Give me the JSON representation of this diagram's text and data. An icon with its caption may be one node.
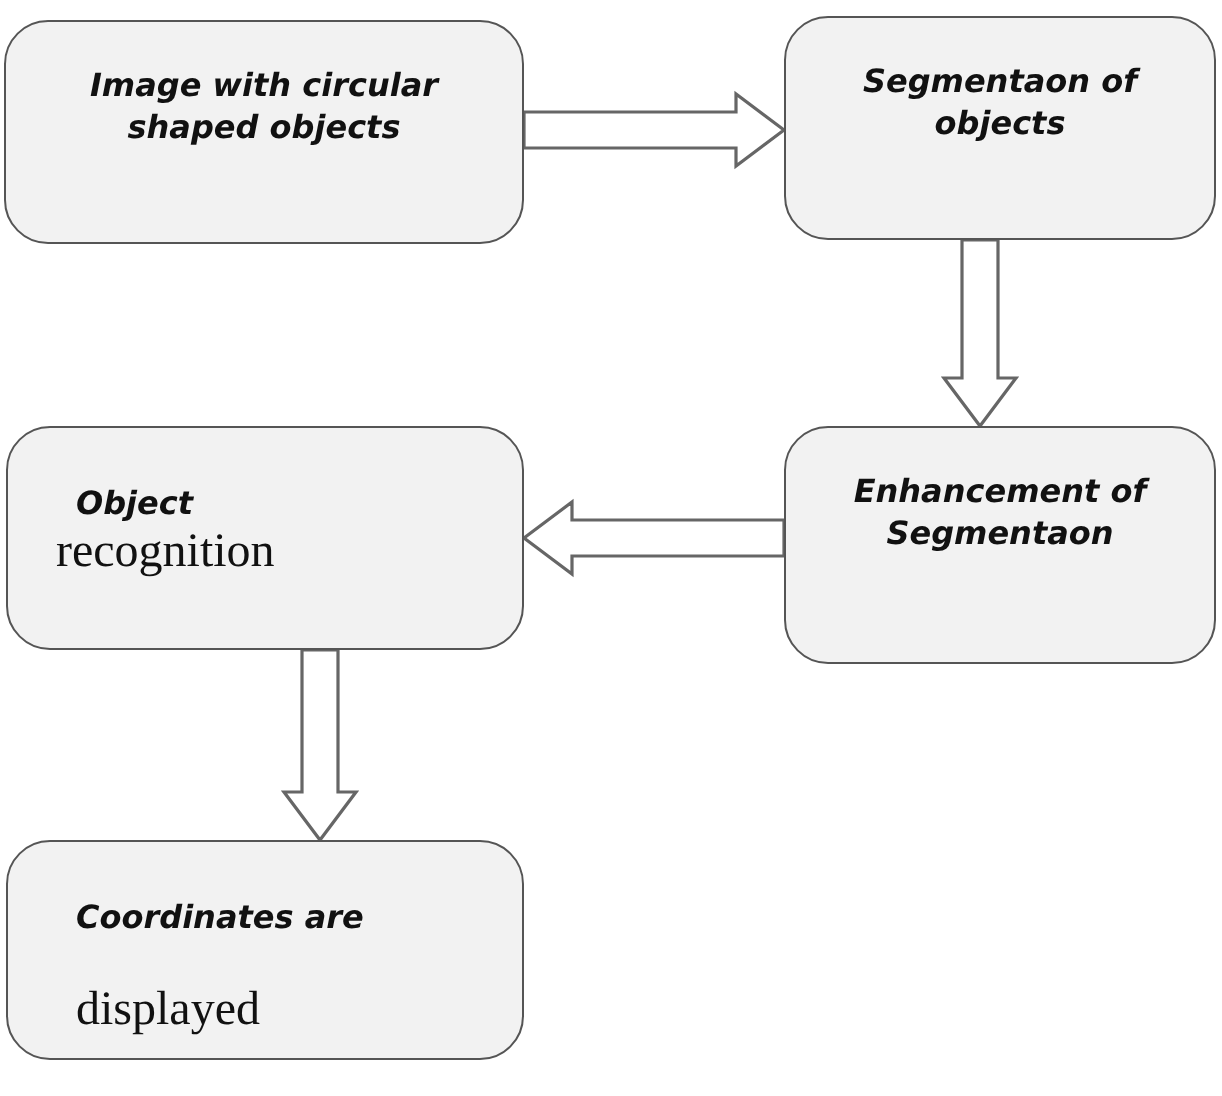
{
  "diagram": {
    "nodes": [
      {
        "text": [
          "Image with circular shaped objects"
        ]
      },
      {
        "text": [
          "Segmentaon of objects"
        ]
      },
      {
        "text": [
          "Enhancement of Segmentaon"
        ]
      },
      {
        "text": [
          "Object",
          "recognition"
        ]
      },
      {
        "text": [
          "Coordinates are",
          "displayed"
        ]
      }
    ],
    "edges": [
      {
        "from": 0,
        "to": 1,
        "arrow": "to"
      },
      {
        "from": 1,
        "to": 2,
        "arrow": "to"
      },
      {
        "from": 2,
        "to": 3,
        "arrow": "to"
      },
      {
        "from": 3,
        "to": 4,
        "arrow": "to"
      }
    ]
  }
}
